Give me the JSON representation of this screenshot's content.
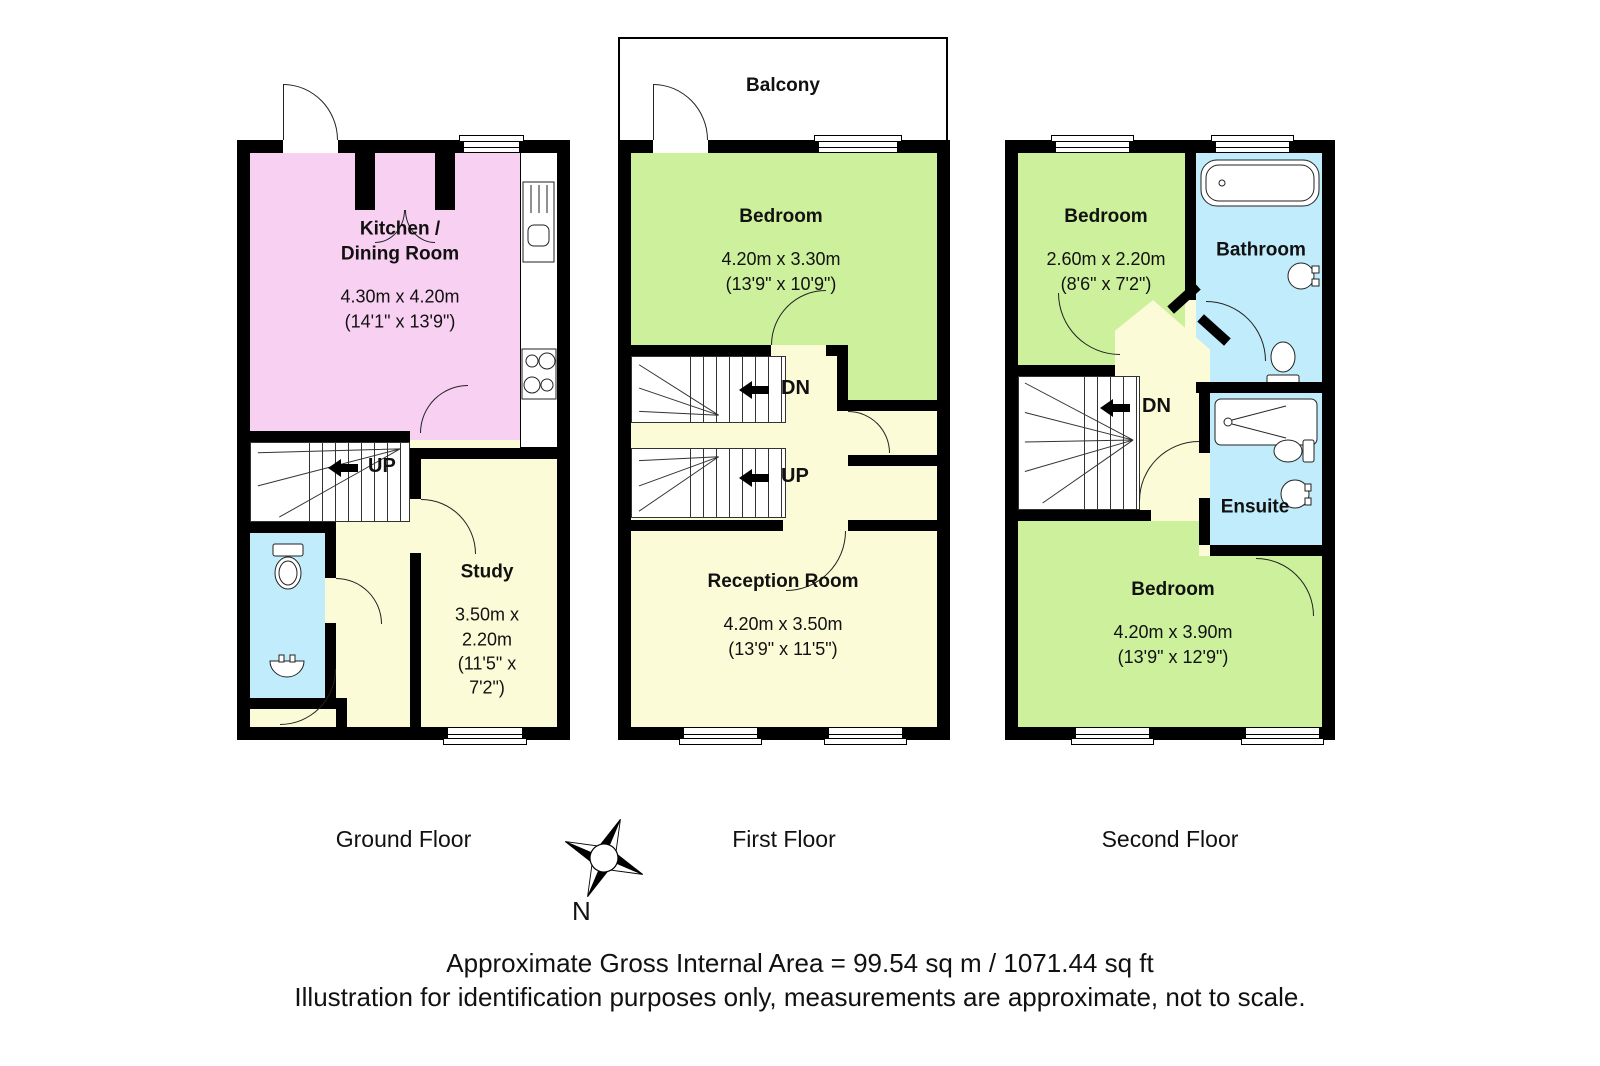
{
  "colors": {
    "pink": "#f8d0f1",
    "green": "#cdf09c",
    "cream": "#fcfbd8",
    "cyan": "#c1ecfb",
    "wall": "#000000"
  },
  "floors": {
    "ground": {
      "caption": "Ground Floor",
      "rooms": {
        "kitchen": {
          "name": "Kitchen /\nDining Room",
          "dims": "4.30m x 4.20m\n(14'1\" x 13'9\")"
        },
        "study": {
          "name": "Study",
          "dims": "3.50m x 2.20m\n(11'5\" x 7'2\")"
        }
      },
      "stairs": {
        "up": "UP"
      }
    },
    "first": {
      "caption": "First Floor",
      "balcony": "Balcony",
      "rooms": {
        "bedroom": {
          "name": "Bedroom",
          "dims": "4.20m x 3.30m\n(13'9\" x 10'9\")"
        },
        "reception": {
          "name": "Reception Room",
          "dims": "4.20m x 3.50m\n(13'9\" x 11'5\")"
        }
      },
      "stairs": {
        "dn": "DN",
        "up": "UP"
      }
    },
    "second": {
      "caption": "Second Floor",
      "rooms": {
        "bedroom_front": {
          "name": "Bedroom",
          "dims": "2.60m x 2.20m\n(8'6\" x 7'2\")"
        },
        "bathroom": {
          "name": "Bathroom"
        },
        "ensuite": {
          "name": "Ensuite"
        },
        "bedroom_back": {
          "name": "Bedroom",
          "dims": "4.20m x 3.90m\n(13'9\" x 12'9\")"
        }
      },
      "stairs": {
        "dn": "DN"
      }
    }
  },
  "compass": {
    "label": "N"
  },
  "footer": {
    "line1": "Approximate Gross Internal Area = 99.54 sq m / 1071.44 sq ft",
    "line2": "Illustration for identification purposes only, measurements are approximate, not to scale."
  }
}
